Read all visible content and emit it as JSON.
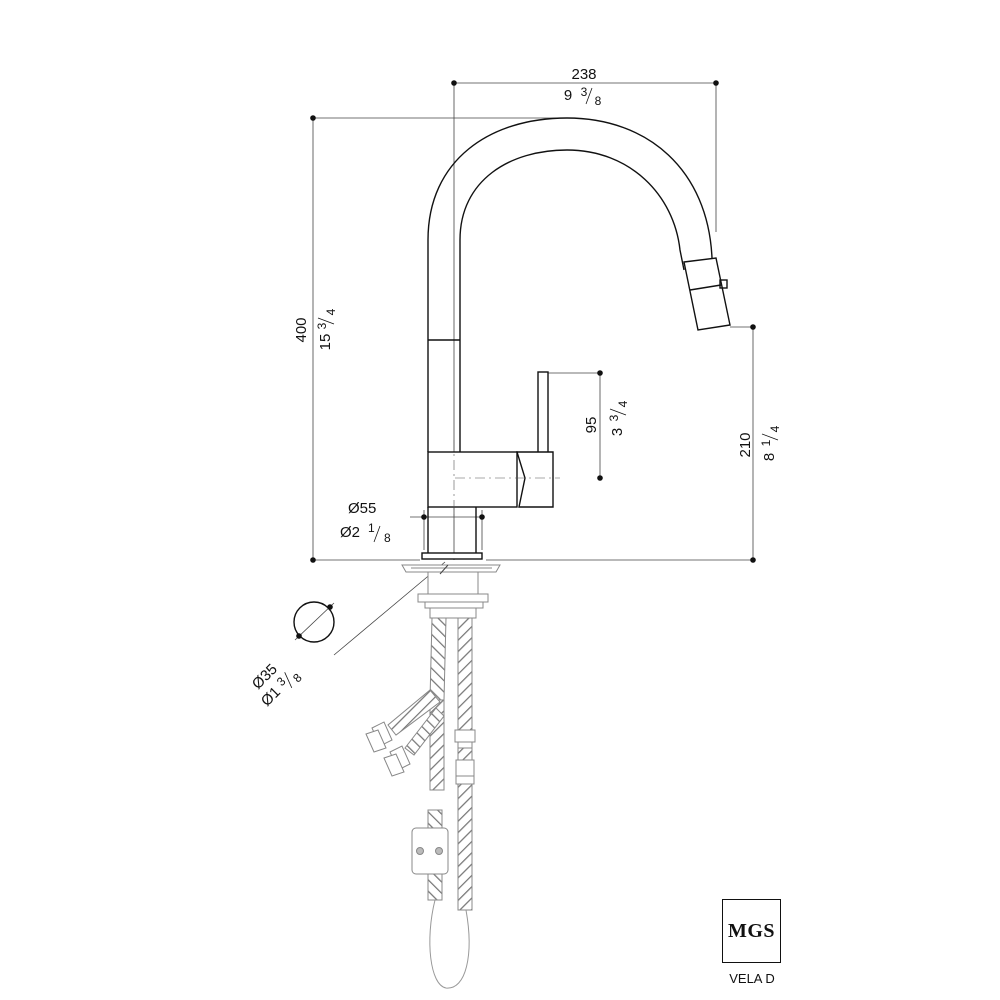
{
  "dimensions": {
    "width_mm": "238",
    "width_in_whole": "9",
    "width_in_num": "3",
    "width_in_den": "8",
    "height_mm": "400",
    "height_in_whole": "15",
    "height_in_num": "3",
    "height_in_den": "4",
    "spout_height_mm": "210",
    "spout_height_in_whole": "8",
    "spout_height_in_num": "1",
    "spout_height_in_den": "4",
    "handle_mm": "95",
    "handle_in_whole": "3",
    "handle_in_num": "3",
    "handle_in_den": "4",
    "base_dia_mm": "Ø55",
    "base_dia_in_whole": "Ø2",
    "base_dia_in_num": "1",
    "base_dia_in_den": "8",
    "hole_dia_mm": "Ø35",
    "hole_dia_in_whole": "Ø1",
    "hole_dia_in_num": "3",
    "hole_dia_in_den": "8"
  },
  "brand": {
    "logo": "MGS",
    "model": "VELA D"
  }
}
